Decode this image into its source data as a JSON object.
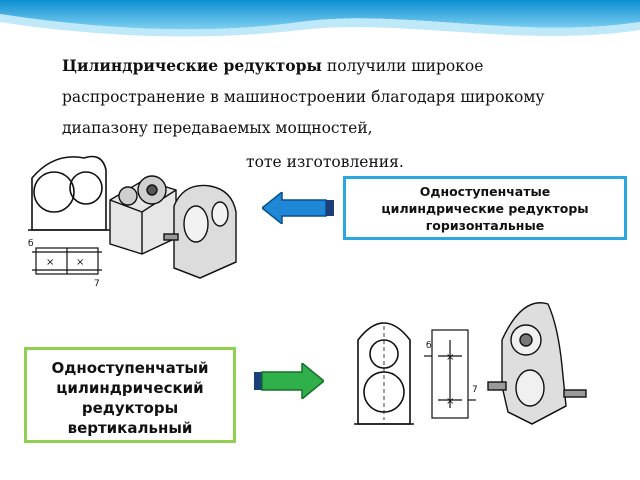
{
  "intro": {
    "bold": "Цилиндрические редукторы",
    "rest": " получили широкое распространение в машиностроении благодаря широкому диапазону передаваемых мощностей,",
    "tail": "тоте изготовления."
  },
  "box_horizontal": {
    "line1": "Одноступенчатые",
    "line2": "цилиндрические редукторы",
    "line3": "горизонтальные"
  },
  "box_vertical": {
    "line1": "Одноступенчатый",
    "line2": "цилиндрический",
    "line3": "редукторы",
    "line4": "вертикальный"
  },
  "diagram_labels": {
    "b": "б",
    "cross": "×",
    "num": "7"
  },
  "colors": {
    "blue_border": "#2aa7e0",
    "green_border": "#8fd14f",
    "blue_arrow": "#1e88d6",
    "green_arrow": "#2fb04b"
  }
}
